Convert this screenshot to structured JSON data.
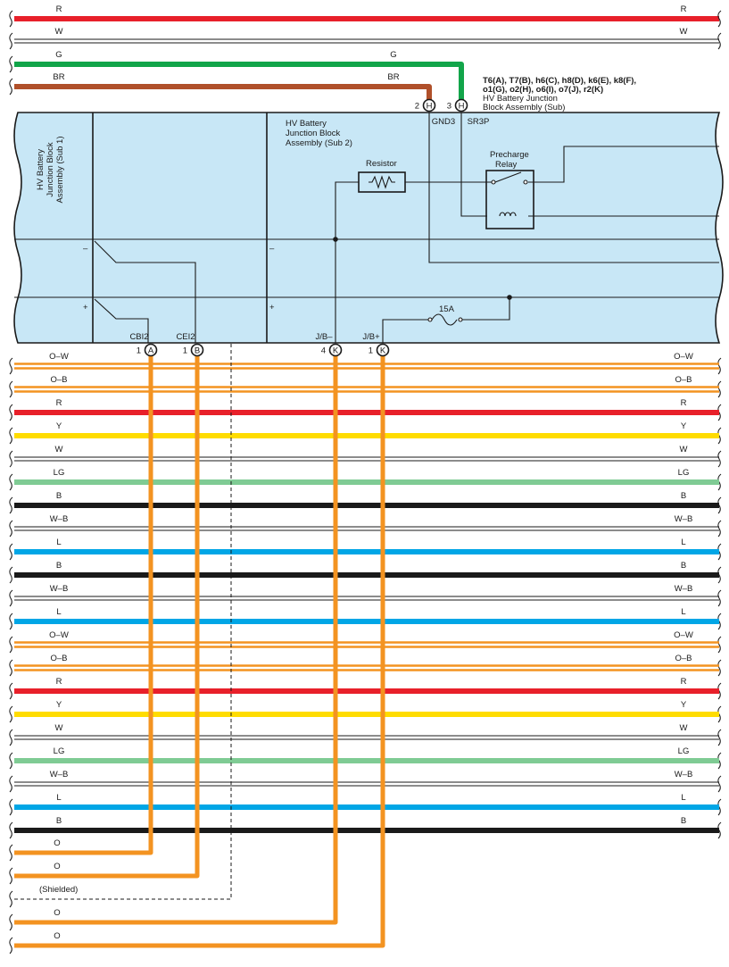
{
  "colors": {
    "R": "#e8202a",
    "W": "#ffffff",
    "G": "#12a54a",
    "BR": "#b0502a",
    "O": "#f39321",
    "Y": "#ffdc00",
    "LG": "#7fcb94",
    "B": "#1a1a1a",
    "L": "#00a6e6",
    "panel": "#c8e7f6",
    "line": "#1a1a1a"
  },
  "top_wires": [
    {
      "code": "R",
      "left_label": "R",
      "right_label": "R"
    },
    {
      "code": "W",
      "left_label": "W",
      "right_label": "W"
    },
    {
      "code": "G",
      "left_label": "G",
      "mid_label": "G"
    },
    {
      "code": "BR",
      "left_label": "BR",
      "mid_label": "BR"
    }
  ],
  "connector_header": {
    "codes_line1": "T6(A), T7(B), h6(C), h8(D), k6(E), k8(F),",
    "codes_line2": "o1(G), o2(H), o6(I), o7(J), r2(K)",
    "name_line1": "HV Battery Junction",
    "name_line2": "Block Assembly (Sub)"
  },
  "top_pins": [
    {
      "number": "2",
      "connector": "H",
      "signal": "GND3"
    },
    {
      "number": "3",
      "connector": "H",
      "signal": "SR3P"
    }
  ],
  "sub1_label": [
    "HV Battery",
    "Junction Block",
    "Assembly (Sub 1)"
  ],
  "sub2_label": [
    "HV Battery",
    "Junction Block",
    "Assembly (Sub 2)"
  ],
  "components": {
    "resistor": "Resistor",
    "relay_line1": "Precharge",
    "relay_line2": "Relay",
    "fuse": "15A"
  },
  "polarity": {
    "minus": "–",
    "plus": "+"
  },
  "bottom_pins": [
    {
      "number": "1",
      "connector": "A",
      "signal": "CBI2"
    },
    {
      "number": "1",
      "connector": "B",
      "signal": "CEI2"
    },
    {
      "number": "4",
      "connector": "K",
      "signal": "J/B–"
    },
    {
      "number": "1",
      "connector": "K",
      "signal": "J/B+"
    }
  ],
  "bus_wires": [
    {
      "code": "O",
      "label": "O–W"
    },
    {
      "code": "O",
      "label": "O–B"
    },
    {
      "code": "R",
      "label": "R"
    },
    {
      "code": "Y",
      "label": "Y"
    },
    {
      "code": "W",
      "label": "W"
    },
    {
      "code": "LG",
      "label": "LG"
    },
    {
      "code": "B",
      "label": "B"
    },
    {
      "code": "W",
      "label": "W–B"
    },
    {
      "code": "L",
      "label": "L"
    },
    {
      "code": "B",
      "label": "B"
    },
    {
      "code": "W",
      "label": "W–B"
    },
    {
      "code": "L",
      "label": "L"
    },
    {
      "code": "O",
      "label": "O–W"
    },
    {
      "code": "O",
      "label": "O–B"
    },
    {
      "code": "R",
      "label": "R"
    },
    {
      "code": "Y",
      "label": "Y"
    },
    {
      "code": "W",
      "label": "W"
    },
    {
      "code": "LG",
      "label": "LG"
    },
    {
      "code": "W",
      "label": "W–B"
    },
    {
      "code": "L",
      "label": "L"
    },
    {
      "code": "B",
      "label": "B"
    }
  ],
  "output_wires": [
    {
      "code": "O",
      "label": "O"
    },
    {
      "code": "O",
      "label": "O"
    },
    {
      "code": "shield",
      "label": "(Shielded)"
    },
    {
      "code": "O",
      "label": "O"
    },
    {
      "code": "O",
      "label": "O"
    }
  ]
}
